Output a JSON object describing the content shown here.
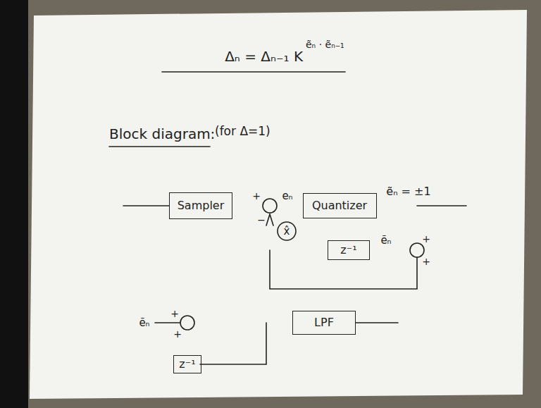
{
  "diagram": {
    "nodes": [
      {
        "text": [
          "Sampler"
        ]
      },
      {
        "text": [
          "Quantizer"
        ]
      },
      {
        "text": [
          "z⁻¹"
        ]
      },
      {
        "text": [
          "LPF"
        ]
      },
      {
        "text": [
          "z⁻¹"
        ]
      }
    ],
    "edges": [
      {
        "from": 0,
        "to": 1,
        "arrow": "none"
      },
      {
        "from": 1,
        "to": 2,
        "arrow": "none"
      },
      {
        "from": 2,
        "to": 1,
        "arrow": "none"
      },
      {
        "from": 4,
        "to": 3,
        "arrow": "none"
      }
    ],
    "labels": [
      "Δₙ = Δₙ₋₁ K",
      "ẽₙ · ẽₙ₋₁",
      "Block diagram:",
      "(for Δ=1)",
      "+",
      "−",
      "eₙ",
      "x̂",
      "ẽₙ = ±1",
      "+",
      "+",
      "ẽₙ",
      "ẽₙ",
      "+",
      "+"
    ]
  }
}
